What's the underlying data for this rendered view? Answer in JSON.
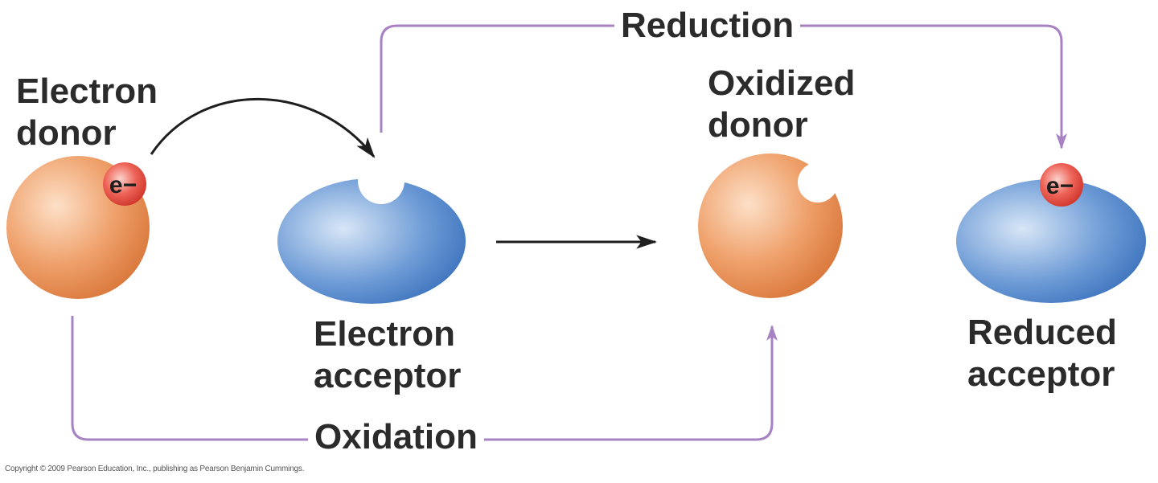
{
  "labels": {
    "electron_donor": [
      "Electron",
      "donor"
    ],
    "electron_acceptor": [
      "Electron",
      "acceptor"
    ],
    "oxidized_donor": [
      "Oxidized",
      "donor"
    ],
    "reduced_acceptor": [
      "Reduced",
      "acceptor"
    ]
  },
  "processes": {
    "reduction": "Reduction",
    "oxidation": "Oxidation"
  },
  "electron_symbol": "e−",
  "copyright": "Copyright © 2009 Pearson Education, Inc., publishing as Pearson Benjamin Cummings.",
  "colors": {
    "donor": "#e8925c",
    "acceptor": "#4a84c8",
    "electron": "#e8473c",
    "process_arrow": "#a783c4",
    "transfer_arrow": "#1e1e1e"
  }
}
